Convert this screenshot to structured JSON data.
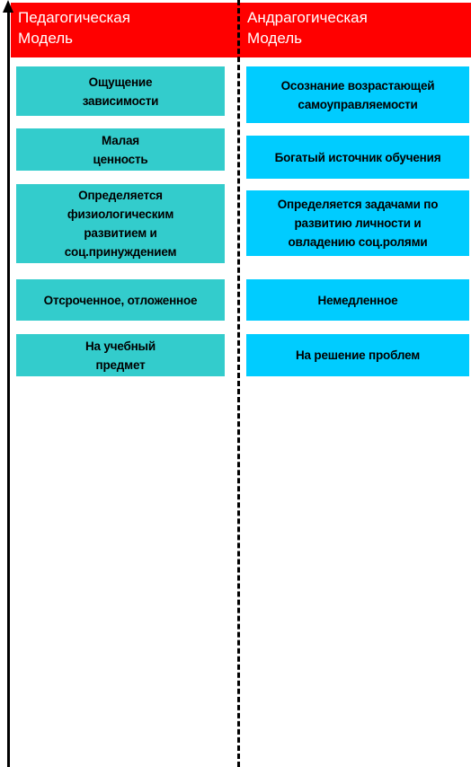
{
  "colors": {
    "header": "#ff0000",
    "left_boxes": "#33cccc",
    "right_boxes": "#00ccff",
    "lines": "#000000"
  },
  "header": {
    "left_title": "Педагогическая\nМодель",
    "right_title": "Андрагогическая\nМодель"
  },
  "left_column": [
    "Ощущение\nзависимости",
    "Малая\nценность",
    "Определяется\nфизиологическим\nразвитием и\nсоц.принуждением",
    "Отсроченное, отложенное",
    "На учебный\nпредмет"
  ],
  "right_column": [
    "Осознание возрастающей\nсамоуправляемости",
    "Богатый источник обучения",
    "Определяется задачами по\nразвитию личности и\nовладению соц.ролями",
    "Немедленное",
    "На решение проблем"
  ]
}
